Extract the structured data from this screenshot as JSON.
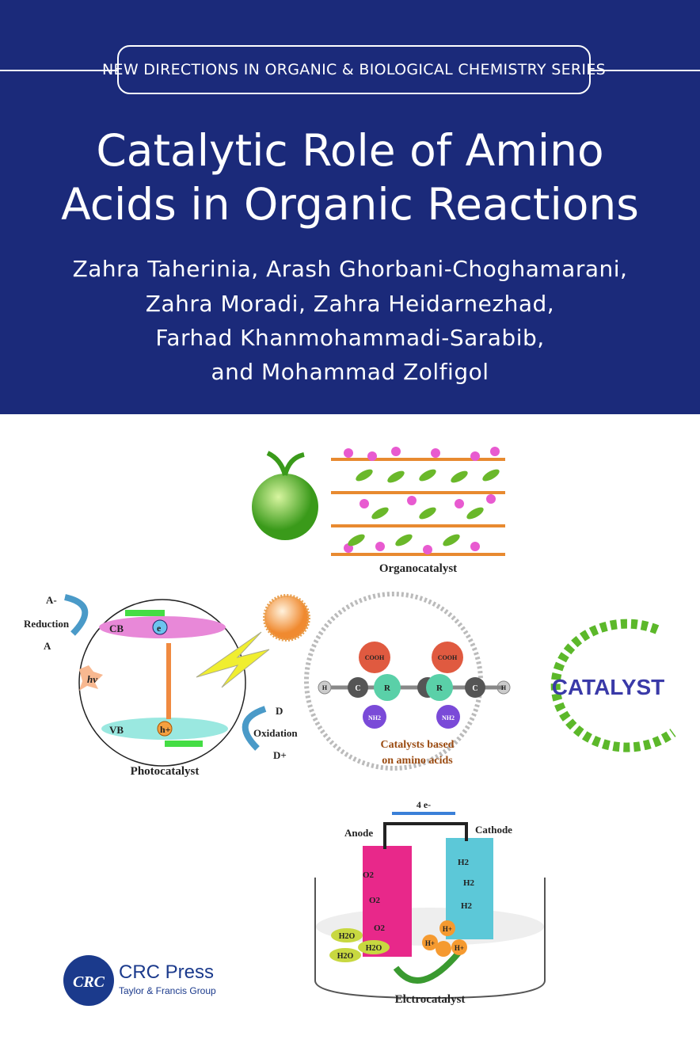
{
  "cover": {
    "series": "NEW DIRECTIONS IN ORGANIC & BIOLOGICAL CHEMISTRY SERIES",
    "title_lines": [
      "Catalytic Role of Amino",
      "Acids in Organic Reactions"
    ],
    "author_lines": [
      "Zahra Taherinia, Arash Ghorbani-Choghamarani,",
      "Zahra Moradi, Zahra Heidarnezhad,",
      "Farhad Khanmohammadi-Sarabib,",
      "and Mohammad Zolfigol"
    ],
    "colors": {
      "header_bg": "#1b2a7a",
      "publisher": "#1b3a8c"
    }
  },
  "figure": {
    "organocatalyst": "Organocatalyst",
    "photocatalyst": {
      "caption": "Photocatalyst",
      "reduction": "Reduction",
      "a_minus": "A-",
      "a": "A",
      "cb": "CB",
      "vb": "VB",
      "e": "e",
      "h": "h+",
      "hv": "hv",
      "d": "D",
      "oxidation": "Oxidation",
      "d_plus": "D+"
    },
    "amino": {
      "caption_line1": "Catalysts based",
      "caption_line2": "on amino acids",
      "cooh": "COOH",
      "r": "R",
      "c": "C",
      "h": "H",
      "nh2": "NH2"
    },
    "catalyst": "CATALYST",
    "electro": {
      "caption": "Elctrocatalyst",
      "anode": "Anode",
      "cathode": "Cathode",
      "electrons": "4 e-",
      "o2": "O2",
      "h2": "H2",
      "h2o": "H2O",
      "hplus": "H+"
    }
  },
  "publisher": {
    "logo": "CRC",
    "name": "CRC Press",
    "group": "Taylor & Francis Group"
  }
}
